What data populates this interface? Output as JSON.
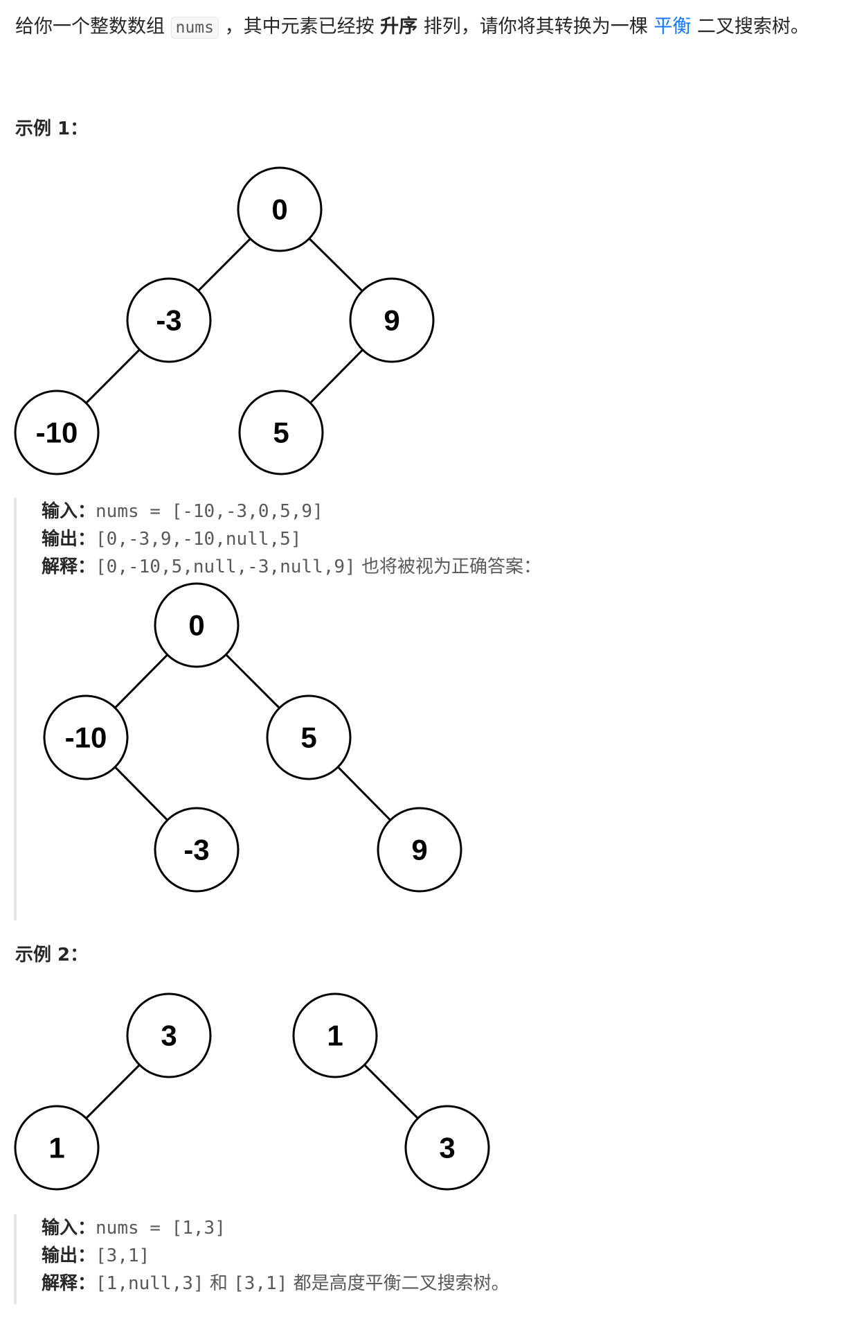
{
  "intro": {
    "t1": "给你一个整数数组 ",
    "code": "nums",
    "t2": " ，其中元素已经按 ",
    "b1": "升序",
    "t3": " 排列，请你将其转换为一棵 ",
    "link": "平衡",
    "t4": " 二叉搜索树。"
  },
  "example1": {
    "heading": "示例 1：",
    "tree_main": [
      "0",
      "-3",
      "9",
      "-10",
      "5"
    ],
    "input_label": "输入：",
    "input_value": "nums = [-10,-3,0,5,9]",
    "output_label": "输出：",
    "output_value": "[0,-3,9,-10,null,5]",
    "explain_label": "解释：",
    "explain_value": "[0,-10,5,null,-3,null,9]",
    "explain_text": " 也将被视为正确答案：",
    "tree_alt": [
      "0",
      "-10",
      "5",
      "-3",
      "9"
    ]
  },
  "example2": {
    "heading": "示例 2：",
    "tree_a": [
      "3",
      "1"
    ],
    "tree_b": [
      "1",
      "3"
    ],
    "input_label": "输入：",
    "input_value": "nums = [1,3]",
    "output_label": "输出：",
    "output_value": "[3,1]",
    "explain_label": "解释：",
    "explain_value1": "[1,null,3]",
    "explain_mid": " 和 ",
    "explain_value2": "[3,1]",
    "explain_text": " 都是高度平衡二叉搜索树。"
  }
}
